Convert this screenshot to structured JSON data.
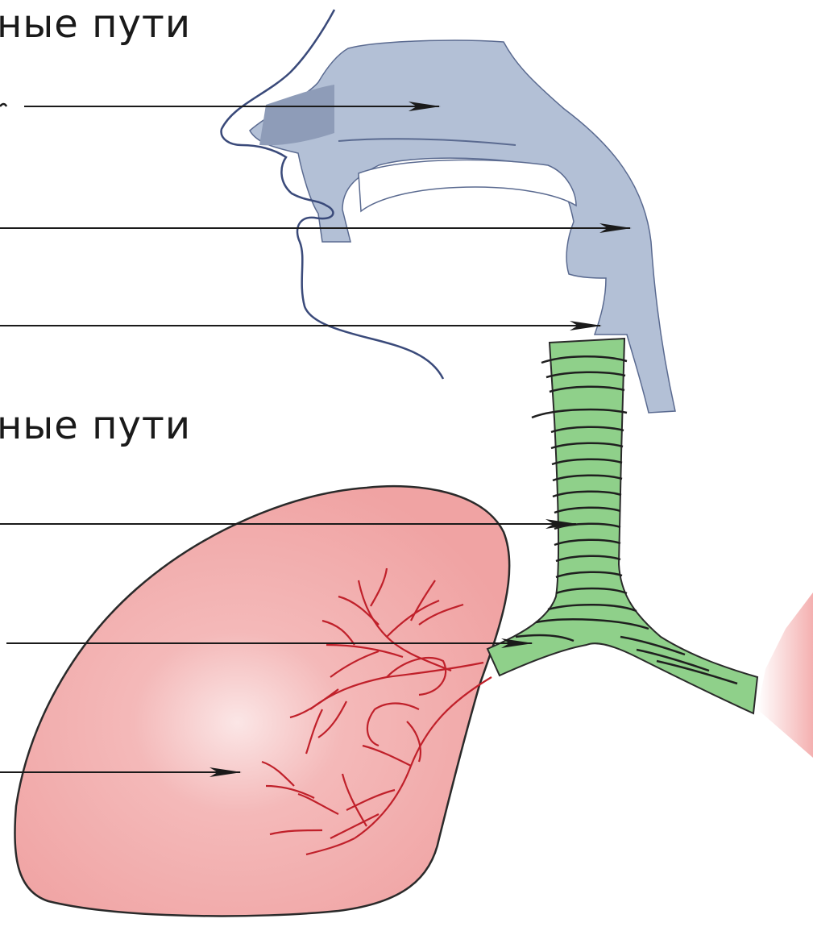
{
  "headings": {
    "upper_airways": "ные пути",
    "lower_airways": "ные пути"
  },
  "colors": {
    "upper_airway_fill": "#b3c0d6",
    "trachea_fill": "#8fd08a",
    "lung_fill": "#f2aaaa",
    "bronchi_stroke": "#c0202a",
    "outline": "#2a2a2a",
    "arrow": "#1a1a1a",
    "profile_line": "#3a4a7a"
  },
  "icons": [
    "arrow-nasal-cavity",
    "arrow-pharynx",
    "arrow-larynx",
    "arrow-trachea",
    "arrow-bronchus",
    "arrow-bronchioles"
  ]
}
